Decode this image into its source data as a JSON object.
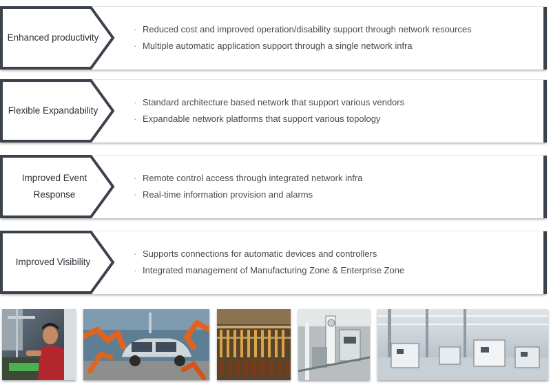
{
  "rows": [
    {
      "title": "Enhanced productivity",
      "bullets": [
        "Reduced cost and improved operation/disability support through network resources",
        "Multiple automatic application support through a single network infra"
      ]
    },
    {
      "title": "Flexible Expandability",
      "bullets": [
        "Standard architecture based network that support various vendors",
        "Expandable network platforms that support various topology"
      ]
    },
    {
      "title": "Improved Event Response",
      "bullets": [
        "Remote control access through integrated network infra",
        "Real-time information provision and alarms"
      ]
    },
    {
      "title": "Improved Visibility",
      "bullets": [
        "Supports connections for automatic devices and controllers",
        "Integrated management of Manufacturing Zone & Enterprise Zone"
      ]
    }
  ],
  "bullet_marker": "·",
  "photos": [
    {
      "subject": "worker-at-electronics-assembly",
      "icon": "photo-worker"
    },
    {
      "subject": "robotic-car-assembly-line",
      "icon": "photo-car-robots"
    },
    {
      "subject": "bottling-production-line",
      "icon": "photo-bottles"
    },
    {
      "subject": "automated-machinery",
      "icon": "photo-machinery"
    },
    {
      "subject": "clean-factory-floor",
      "icon": "photo-factory-floor"
    }
  ],
  "colors": {
    "accent_dark": "#3b424b",
    "text": "#4a4a4a",
    "card_bg": "#ffffff"
  }
}
